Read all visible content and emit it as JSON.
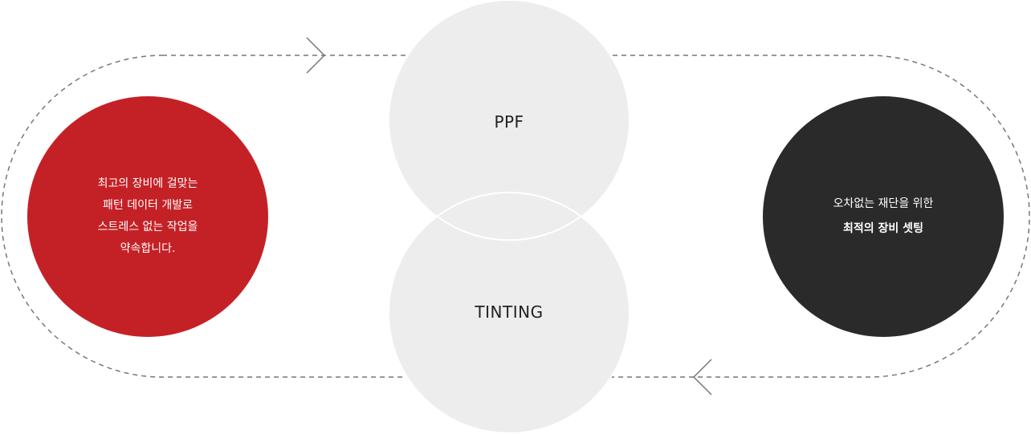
{
  "colors": {
    "accent": "#c42126",
    "dark": "#2a2a2a",
    "light": "#ededed",
    "dash": "#777777"
  },
  "left_circle": {
    "lines": [
      "최고의 장비에 걸맞는",
      "패턴 데이터 개발로",
      "스트레스 없는 작업을",
      "약속합니다."
    ]
  },
  "center": {
    "top_label": "PPF",
    "bottom_label": "TINTING"
  },
  "right_circle": {
    "line1": "오차없는 재단을 위한",
    "line2": "최적의 장비 셋팅"
  }
}
